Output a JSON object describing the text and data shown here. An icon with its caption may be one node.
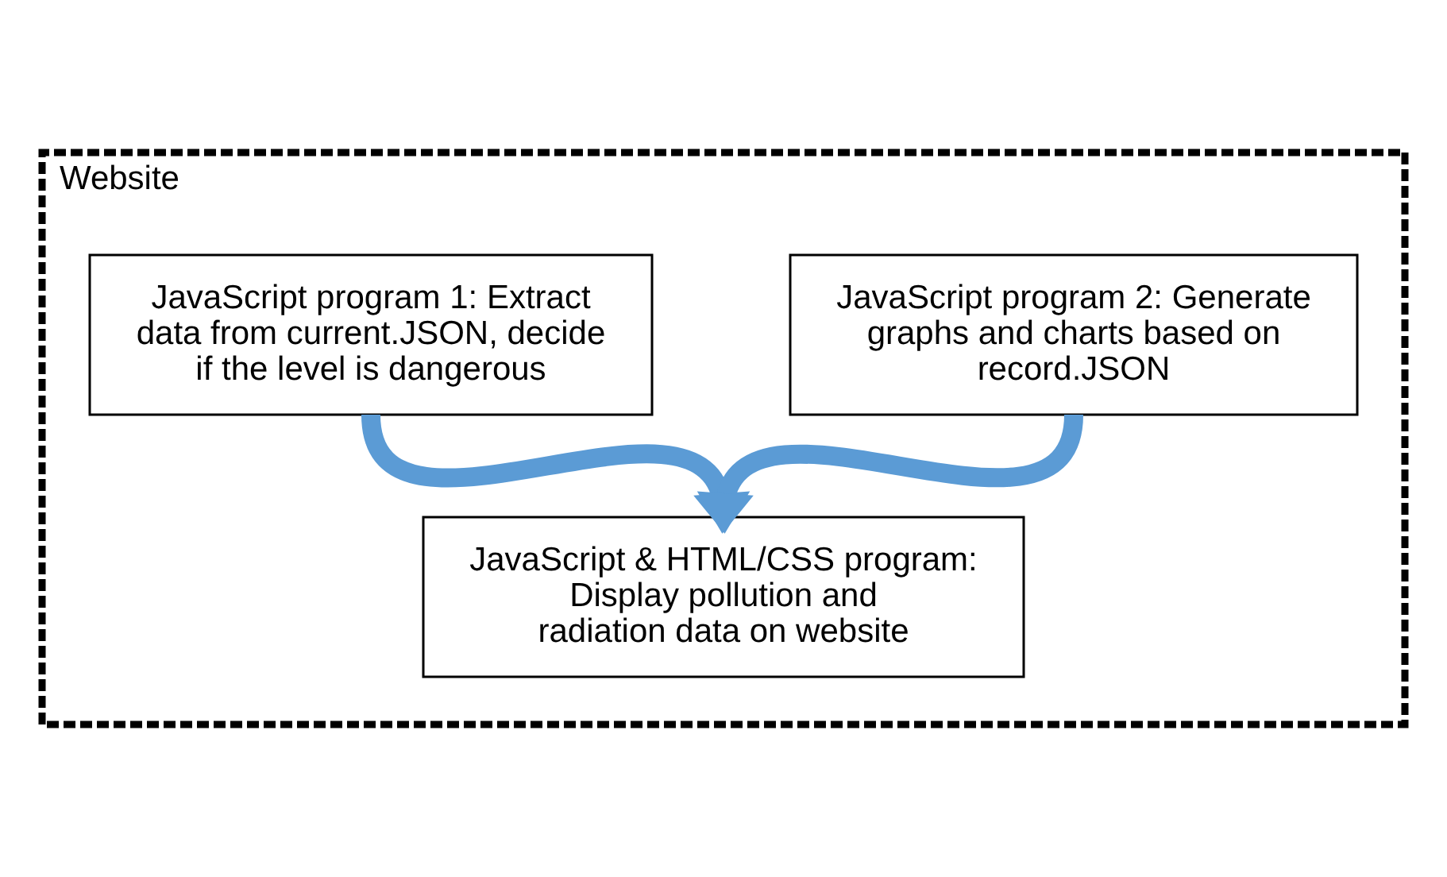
{
  "diagram": {
    "nodes": [
      {
        "text": [
          "Website"
        ]
      },
      {
        "text": [
          "JavaScript program 1: Extract data from current.JSON, decide if the level is dangerous"
        ],
        "in": 0
      },
      {
        "text": [
          "JavaScript program 2: Generate graphs and charts based on record.JSON"
        ],
        "in": 0
      },
      {
        "text": [
          "JavaScript & HTML/CSS program: Display pollution and radiation data on website"
        ],
        "in": 0
      }
    ],
    "edges": [
      {
        "from": 1,
        "to": 3,
        "arrow": "to"
      },
      {
        "from": 2,
        "to": 3,
        "arrow": "to"
      }
    ]
  }
}
